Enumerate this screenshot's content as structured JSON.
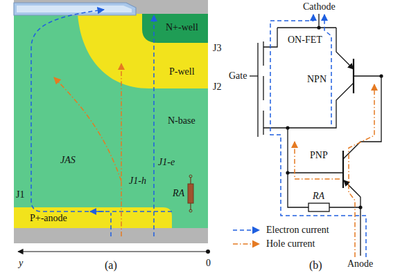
{
  "diagram": {
    "nodes": [
      {
        "text": [
          "N+-well"
        ]
      },
      {
        "text": [
          "P-well"
        ]
      },
      {
        "text": [
          "N-base"
        ]
      },
      {
        "text": [
          "P+-anode"
        ]
      }
    ],
    "labels": [
      "J3",
      "J2",
      "J1",
      "JAS",
      "J1-h",
      "J1-e",
      "RA",
      "y",
      "0",
      "(a)",
      "Cathode",
      "Gate",
      "ON-FET",
      "NPN",
      "PNP",
      "RA",
      "Anode",
      "(b)"
    ],
    "legend": [
      {
        "text": "Electron current"
      },
      {
        "text": "Hole current"
      }
    ]
  }
}
